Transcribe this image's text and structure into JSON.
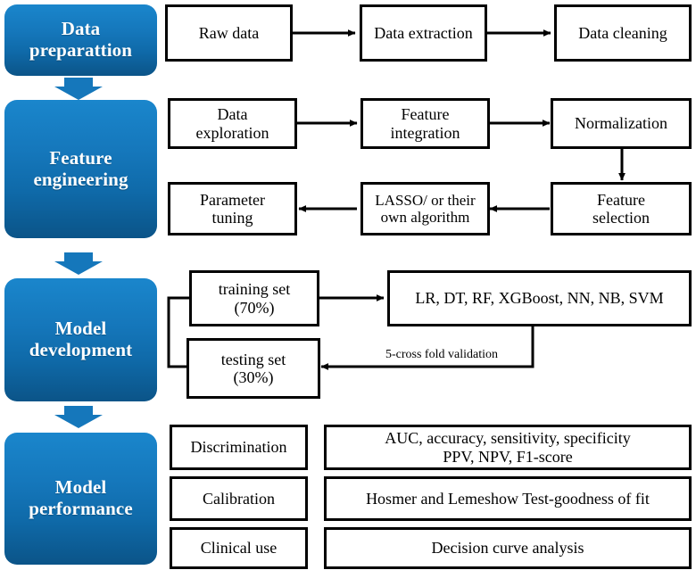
{
  "diagram": {
    "title": "Machine learning model development workflow",
    "accent_color": "#1577bb",
    "accent_color_dark": "#0b5488",
    "line_color": "#000000"
  },
  "stages": [
    {
      "id": "data-preparation",
      "label": "Data\npreparattion"
    },
    {
      "id": "feature-engineering",
      "label": "Feature\nengineering"
    },
    {
      "id": "model-development",
      "label": "Model\ndevelopment"
    },
    {
      "id": "model-performance",
      "label": "Model\nperformance"
    }
  ],
  "stage_labels": {
    "data_preparation_line1": "Data",
    "data_preparation_line2": "preparattion",
    "feature_engineering_line1": "Feature",
    "feature_engineering_line2": "engineering",
    "model_development_line1": "Model",
    "model_development_line2": "development",
    "model_performance_line1": "Model",
    "model_performance_line2": "performance"
  },
  "row_data_preparation": {
    "raw_data": "Raw data",
    "data_extraction": "Data extraction",
    "data_cleaning": "Data cleaning"
  },
  "row_feature_engineering": {
    "data_exploration_line1": "Data",
    "data_exploration_line2": "exploration",
    "feature_integration_line1": "Feature",
    "feature_integration_line2": "integration",
    "normalization": "Normalization",
    "parameter_tuning_line1": "Parameter",
    "parameter_tuning_line2": "tuning",
    "lasso_line1": "LASSO/ or their",
    "lasso_line2": "own algorithm",
    "feature_selection_line1": "Feature",
    "feature_selection_line2": "selection"
  },
  "row_model_development": {
    "training_set_line1": "training set",
    "training_set_line2": "(70%)",
    "testing_set_line1": "testing set",
    "testing_set_line2": "(30%)",
    "algorithms": "LR, DT, RF, XGBoost, NN, NB, SVM",
    "validation_label": "5-cross fold validation"
  },
  "row_model_performance": {
    "discrimination": "Discrimination",
    "calibration": "Calibration",
    "clinical_use": "Clinical use",
    "discrimination_metrics_line1": "AUC, accuracy, sensitivity, specificity",
    "discrimination_metrics_line2": "PPV, NPV, F1-score",
    "calibration_metrics": "Hosmer and Lemeshow Test-goodness of fit",
    "clinical_use_metrics": "Decision curve analysis"
  }
}
